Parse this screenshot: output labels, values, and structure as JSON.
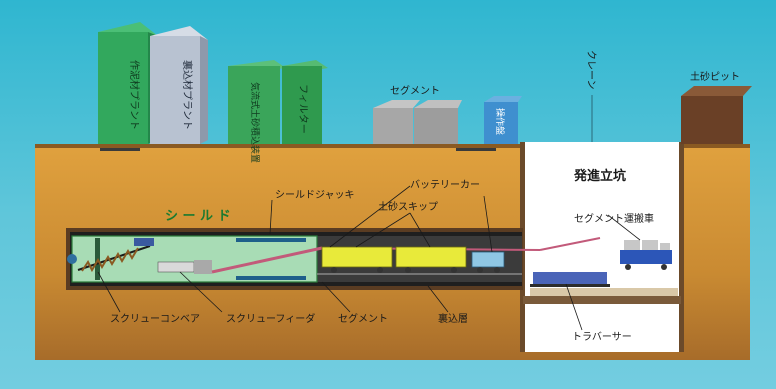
{
  "labels": {
    "mortar_plant": "作泥材プラント",
    "backfill_plant": "裏込材プラント",
    "pneumatic_device": "気流式土砂積込装置",
    "filter": "フィルター",
    "segment_top": "セグメント",
    "control_panel": "操作盤",
    "crane": "クレーン",
    "soil_pit": "土砂ピット",
    "launch_shaft": "発進立坑",
    "segment_carrier": "セグメント運搬車",
    "shield": "シ ー ル ド",
    "shield_jack": "シールドジャッキ",
    "battery_car": "バッテリーカー",
    "soil_skip": "土砂スキップ",
    "screw_conveyor": "スクリューコンベア",
    "screw_feeder": "スクリューフィーダ",
    "segment_bottom": "セグメント",
    "backfill_layer": "裏込層",
    "traverser": "トラバーサー"
  },
  "colors": {
    "sky": "#2fb6d0",
    "ground": "#d99a3a",
    "shaft": "#ffffff",
    "green_machine": "#34a850",
    "skip_yellow": "#e8ea3a"
  },
  "icons": {
    "cutter": "shield-cutter-head",
    "screw": "screw-conveyor-spiral"
  }
}
